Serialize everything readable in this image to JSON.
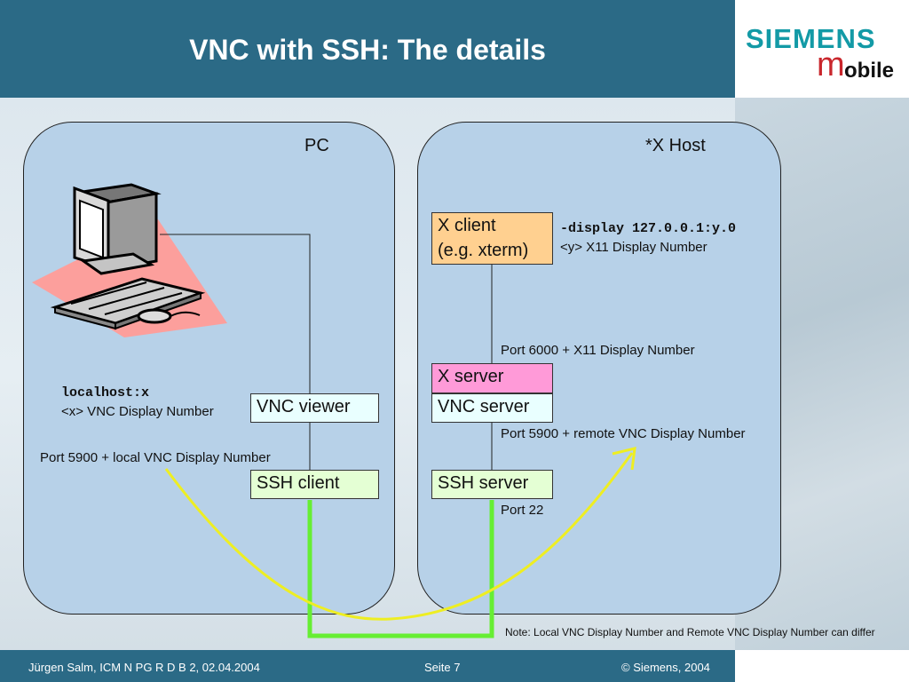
{
  "title": "VNC with SSH: The details",
  "logo": {
    "brand": "SIEMENS",
    "m": "m",
    "rest": "obile"
  },
  "pc": {
    "title": "PC",
    "vnc_viewer": "VNC viewer",
    "ssh_client": "SSH client",
    "localhost": "localhost:x",
    "display_note": "<x> VNC Display Number",
    "port_local": "Port 5900 + local VNC Display Number"
  },
  "host": {
    "title": "*X Host",
    "x_client_line1": "X client",
    "x_client_line2": "(e.g. xterm)",
    "display_cmd": "-display 127.0.0.1:y.0",
    "display_note": "<y> X11 Display Number",
    "port_x11": "Port 6000 + X11 Display Number",
    "x_server": "X server",
    "vnc_server": "VNC server",
    "port_remote": "Port 5900 + remote VNC Display Number",
    "ssh_server": "SSH server",
    "port_22": "Port 22"
  },
  "note": "Note: Local VNC Display Number and Remote VNC Display Number can differ",
  "footer": {
    "author": "Jürgen Salm, ICM N PG R D B 2, 02.04.2004",
    "page": "Seite 7",
    "copyright": "© Siemens, 2004"
  },
  "colors": {
    "banner": "#2b6a86",
    "panel": "#b7d1e8",
    "box_cyan": "#e9ffff",
    "box_green": "#e4ffd4",
    "box_orange": "#ffd090",
    "box_pink": "#ff9ad8",
    "ssh_tunnel": "#66ee33",
    "arrow": "#eeee22"
  }
}
